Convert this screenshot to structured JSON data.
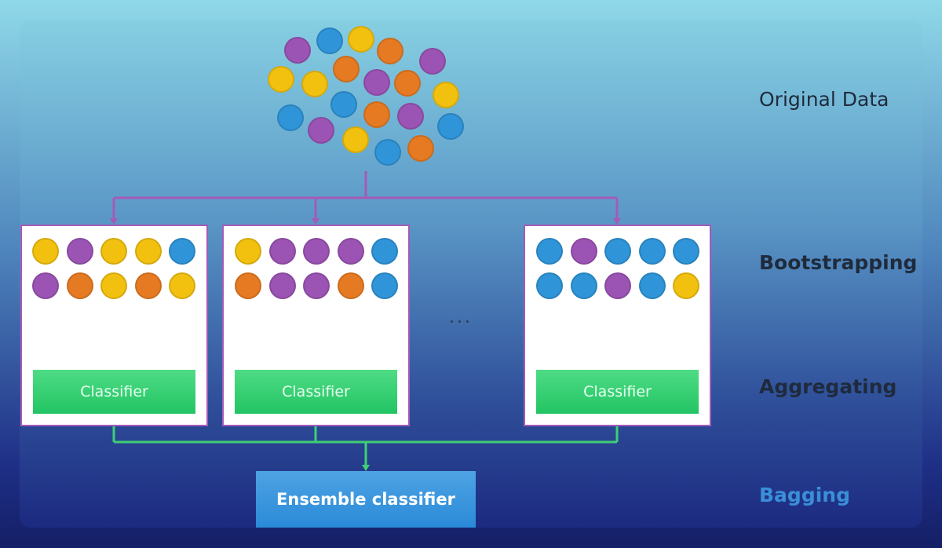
{
  "colors": {
    "purple": "#9b54b3",
    "blue": "#2f95d8",
    "yellow": "#f2c10f",
    "orange": "#e67a22",
    "connector_purple": "#a45bb8",
    "connector_green": "#3fcf75",
    "bagging_label": "#3a8fd8"
  },
  "original_data": {
    "label": "Original Data",
    "points": [
      "purple",
      "blue",
      "yellow",
      "orange",
      "purple",
      "yellow",
      "yellow",
      "orange",
      "purple",
      "orange",
      "yellow",
      "blue",
      "orange",
      "purple",
      "blue",
      "purple",
      "yellow",
      "blue",
      "orange",
      "blue"
    ]
  },
  "bootstrap_samples": [
    {
      "row1": [
        "yellow",
        "purple",
        "yellow",
        "yellow",
        "blue"
      ],
      "row2": [
        "purple",
        "orange",
        "yellow",
        "orange",
        "yellow"
      ],
      "classifier_label": "Classifier"
    },
    {
      "row1": [
        "yellow",
        "purple",
        "purple",
        "purple",
        "blue"
      ],
      "row2": [
        "orange",
        "purple",
        "purple",
        "orange",
        "blue"
      ],
      "classifier_label": "Classifier"
    },
    {
      "row1": [
        "blue",
        "purple",
        "blue",
        "blue",
        "blue"
      ],
      "row2": [
        "blue",
        "blue",
        "purple",
        "blue",
        "yellow"
      ],
      "classifier_label": "Classifier"
    }
  ],
  "ellipsis": "...",
  "ensemble_label": "Ensemble classifier",
  "stage_labels": {
    "bootstrapping": "Bootstrapping",
    "aggregating": "Aggregating",
    "bagging": "Bagging"
  }
}
